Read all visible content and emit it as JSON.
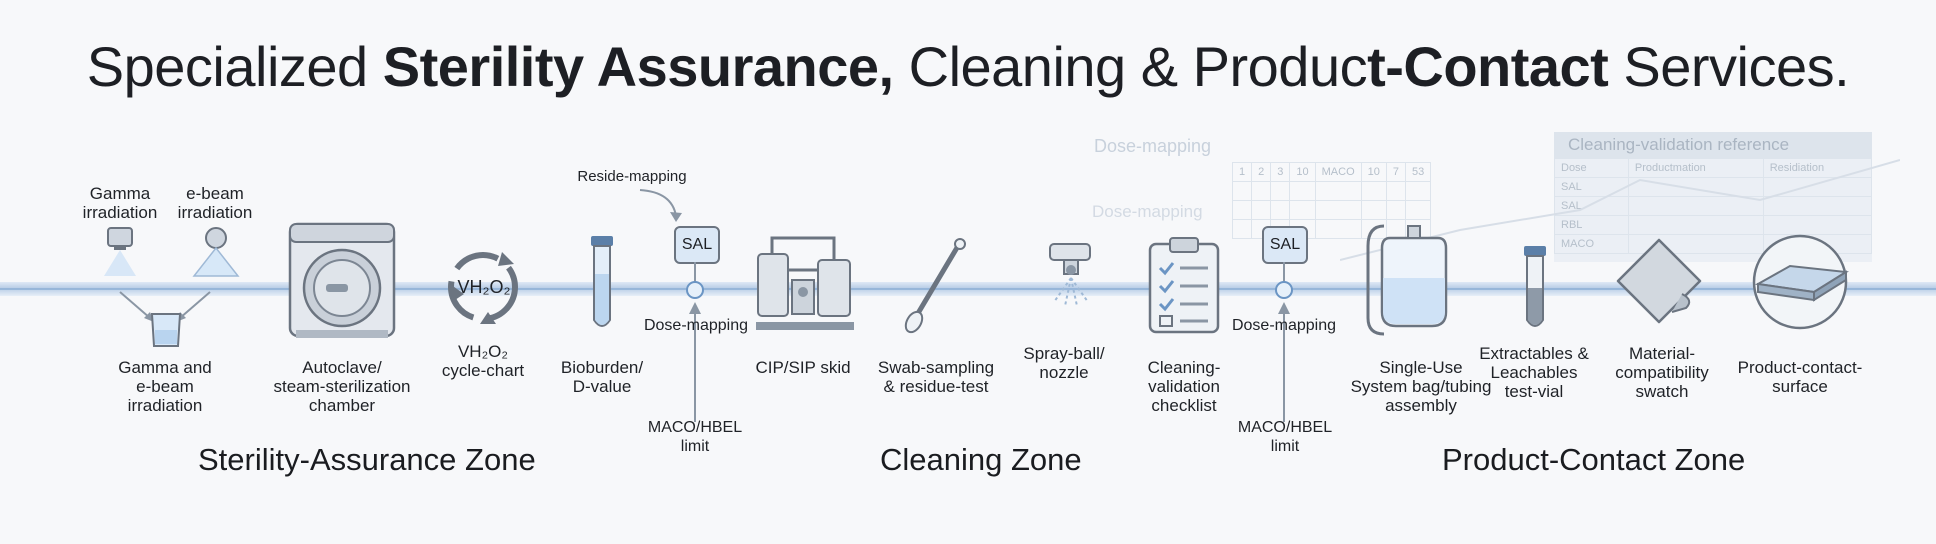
{
  "title": {
    "part1": "Specialized ",
    "bold1": "Sterility Assurance,",
    "part2": " Cleaning & Produc",
    "bold2": "t-Contact",
    "part3": " Services."
  },
  "zones": {
    "sterility": "Sterility-Assurance Zone",
    "cleaning": "Cleaning Zone",
    "product": "Product-Contact Zone"
  },
  "labels": {
    "gamma_top": "Gamma\nirradiation",
    "ebeam_top": "e-beam\nirradiation",
    "gamma_ebeam": "Gamma and\ne-beam\nirradiation",
    "autoclave": "Autoclave/\nsteam-sterilization\nchamber",
    "vh2o2_ring": "VH₂O₂",
    "vh2o2_chart": "VH₂O₂\ncycle-chart",
    "bioburden": "Bioburden/\nD-value",
    "reside_mapping": "Reside-mapping",
    "sal_1": "SAL",
    "dose_mapping_1": "Dose-mapping",
    "maco_1": "MACO/HBEL\nlimit",
    "cip_sip": "CIP/SIP skid",
    "swab": "Swab-sampling\n& residue-test",
    "spray": "Spray-ball/\nnozzle",
    "checklist": "Cleaning-\nvalidation\nchecklist",
    "sal_2": "SAL",
    "dose_mapping_2": "Dose-mapping",
    "maco_2": "MACO/HBEL\nlimit",
    "single_use": "Single-Use\nSystem bag/tubing\nassembly",
    "extractables": "Extractables &\nLeachables\ntest-vial",
    "material": "Material-\ncompatibility\nswatch",
    "product_surface": "Product-contact-\nsurface"
  },
  "background": {
    "dose_mapping_ghost_1": "Dose-mapping",
    "dose_mapping_ghost_2": "Dose-mapping",
    "cleaning_reference": "Cleaning-validation reference",
    "col_dose": "Dose",
    "col_product": "Productmation",
    "col_residue": "Residiation",
    "row1": "SAL",
    "row2": "SAL",
    "row3": "RBL",
    "row4": "MACO",
    "g1": "1",
    "g2": "2",
    "g3": "3",
    "g4": "10",
    "g5": "MACO",
    "g6": "10",
    "g7": "7",
    "g8": "53"
  },
  "colors": {
    "accent": "#8fb0d6",
    "pipe": "#b8cde6",
    "ink": "#1d1f24"
  }
}
